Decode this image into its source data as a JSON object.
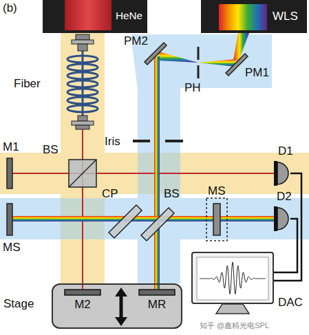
{
  "diagram": {
    "nodes": [
      {
        "text": [
          "HeNe"
        ]
      },
      {
        "text": [
          "WLS"
        ]
      },
      {
        "text": [
          "Stage"
        ]
      },
      {
        "text": [
          "M2"
        ],
        "in": 2
      },
      {
        "text": [
          "MR"
        ],
        "in": 2
      },
      {
        "text": [
          "D1"
        ]
      },
      {
        "text": [
          "D2"
        ]
      },
      {
        "text": [
          "DAC"
        ]
      }
    ],
    "edges": [
      {
        "from": 5,
        "to": 7,
        "arrow": "none"
      },
      {
        "from": 6,
        "to": 7,
        "arrow": "none"
      }
    ],
    "labels": [
      "(b)",
      "Fiber",
      "PM2",
      "PM1",
      "PH",
      "M1",
      "BS",
      "Iris",
      "CP",
      "BS",
      "MS",
      "MS",
      "知乎 @鑫精光电SPL"
    ]
  }
}
